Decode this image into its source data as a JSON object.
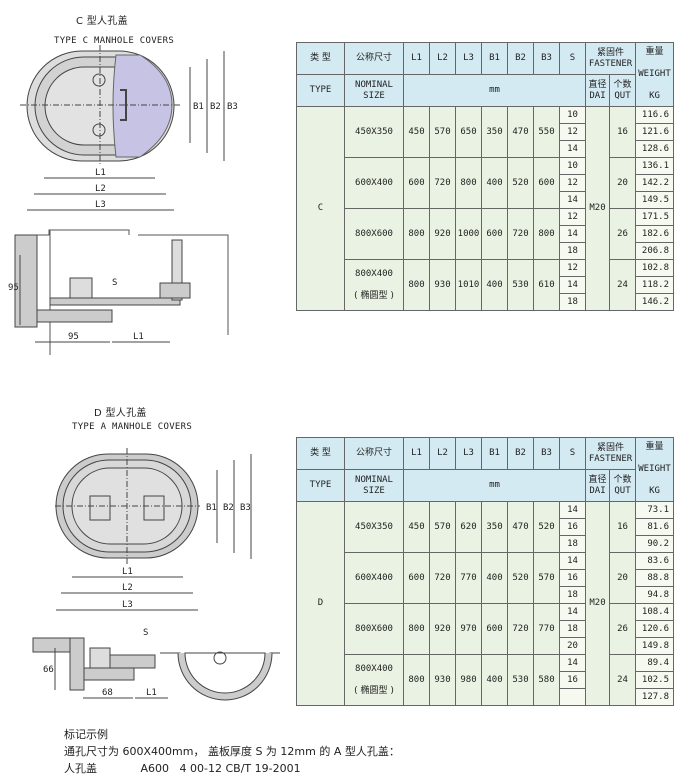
{
  "section_c": {
    "title_cn": "C 型人孔盖",
    "title_en": "TYPE C MANHOLE COVERS",
    "drawing_labels": {
      "l1": "L1",
      "l2": "L2",
      "l3": "L3",
      "b1": "B1",
      "b2": "B2",
      "b3": "B3",
      "s": "S",
      "h": "95",
      "w": "95",
      "l1b": "L1"
    }
  },
  "section_d": {
    "title_cn": "D 型人孔盖",
    "title_en": "TYPE A MANHOLE COVERS",
    "drawing_labels": {
      "l1": "L1",
      "l2": "L2",
      "l3": "L3",
      "b1": "B1",
      "b2": "B2",
      "b3": "B3",
      "s": "S",
      "h": "66",
      "w": "68",
      "l1b": "L1"
    }
  },
  "header": {
    "type_cn": "类  型",
    "type_en": "TYPE",
    "size_cn": "公称尺寸",
    "size_en": "NOMINAL SIZE",
    "cols": [
      "L1",
      "L2",
      "L3",
      "B1",
      "B2",
      "B3",
      "S"
    ],
    "unit": "mm",
    "fastener_cn": "紧固件",
    "fastener_en": "FASTENER",
    "dai_cn": "直径",
    "dai_en": "DAI",
    "qut_cn": "个数",
    "qut_en": "QUT",
    "weight_cn": "重量",
    "weight_en": "WEIGHT",
    "weight_unit": "KG"
  },
  "tables": [
    {
      "type": "C",
      "dai": "M20",
      "groups": [
        {
          "size": "450X350",
          "dims": [
            "450",
            "570",
            "650",
            "350",
            "470",
            "550"
          ],
          "s": [
            "10",
            "12",
            "14"
          ],
          "qut": "16",
          "weights": [
            "116.6",
            "121.6",
            "128.6"
          ]
        },
        {
          "size": "600X400",
          "dims": [
            "600",
            "720",
            "800",
            "400",
            "520",
            "600"
          ],
          "s": [
            "10",
            "12",
            "14"
          ],
          "qut": "20",
          "weights": [
            "136.1",
            "142.2",
            "149.5"
          ]
        },
        {
          "size": "800X600",
          "dims": [
            "800",
            "920",
            "1000",
            "600",
            "720",
            "800"
          ],
          "s": [
            "12",
            "14",
            "18"
          ],
          "qut": "26",
          "weights": [
            "171.5",
            "182.6",
            "206.8"
          ]
        },
        {
          "size": "800X400",
          "size_note": "( 椭圆型 )",
          "dims": [
            "800",
            "930",
            "1010",
            "400",
            "530",
            "610"
          ],
          "s": [
            "12",
            "14",
            "18"
          ],
          "qut": "24",
          "weights": [
            "102.8",
            "118.2",
            "146.2"
          ]
        }
      ]
    },
    {
      "type": "D",
      "dai": "M20",
      "groups": [
        {
          "size": "450X350",
          "dims": [
            "450",
            "570",
            "620",
            "350",
            "470",
            "520"
          ],
          "s": [
            "14",
            "16",
            "18"
          ],
          "qut": "16",
          "weights": [
            "73.1",
            "81.6",
            "90.2"
          ]
        },
        {
          "size": "600X400",
          "dims": [
            "600",
            "720",
            "770",
            "400",
            "520",
            "570"
          ],
          "s": [
            "14",
            "16",
            "18"
          ],
          "qut": "20",
          "weights": [
            "83.6",
            "88.8",
            "94.8"
          ]
        },
        {
          "size": "800X600",
          "dims": [
            "800",
            "920",
            "970",
            "600",
            "720",
            "770"
          ],
          "s": [
            "14",
            "18",
            "20"
          ],
          "qut": "26",
          "weights": [
            "108.4",
            "120.6",
            "149.8"
          ]
        },
        {
          "size": "800X400",
          "size_note": "( 椭圆型 )",
          "dims": [
            "800",
            "930",
            "980",
            "400",
            "530",
            "580"
          ],
          "s": [
            "14",
            "16",
            ""
          ],
          "qut": "24",
          "weights": [
            "89.4",
            "102.5",
            "127.8"
          ]
        }
      ]
    }
  ],
  "notes": {
    "title": "标记示例",
    "line1": "通孔尺寸为 600X400mm， 盖板厚度 S 为 12mm 的 A 型人孔盖：",
    "line2_label": "人孔盖",
    "line2_code": "A600   4 00-12 CB/T 19-2001"
  }
}
